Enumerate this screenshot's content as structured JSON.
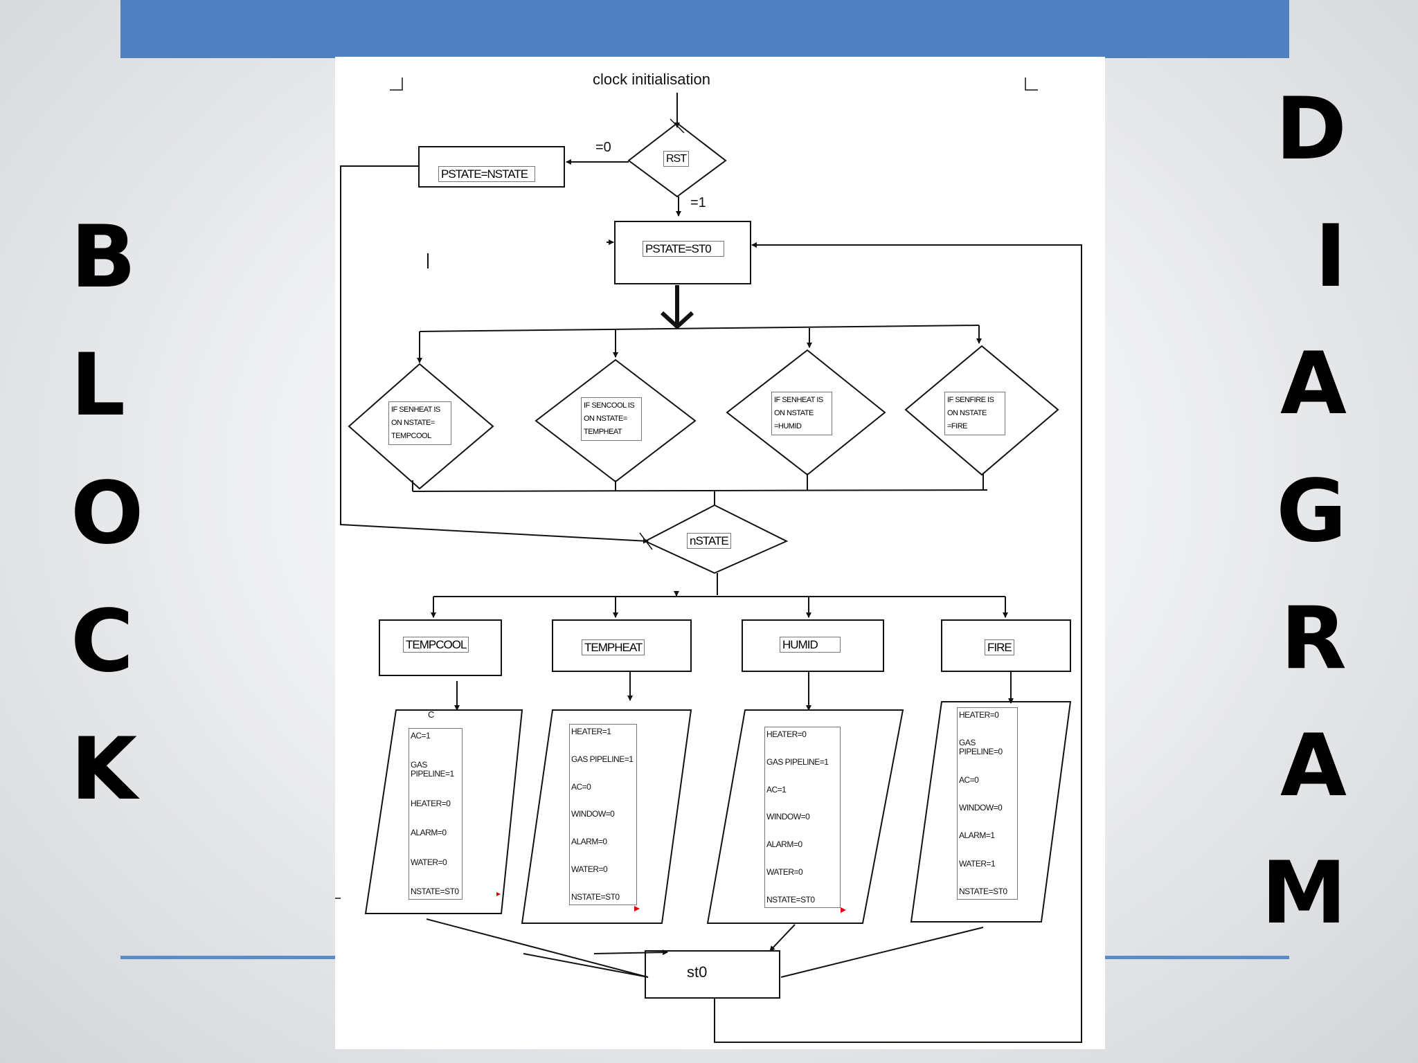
{
  "slide": {
    "title_left": [
      "B",
      "L",
      "O",
      "C",
      "K"
    ],
    "title_right": [
      "D",
      "I",
      "A",
      "G",
      "R",
      "A",
      "M"
    ]
  },
  "diagram": {
    "start": "clock initialisation",
    "rst": "RST",
    "rst_zero": "=0",
    "rst_one": "=1",
    "pstate_nstate": "PSTATE=NSTATE",
    "pstate_st0": "PSTATE=ST0",
    "conditions": [
      "IF SENHEAT IS ON NSTATE= TEMPCOOL",
      "IF SENCOOL IS ON NSTATE= TEMPHEAT",
      "IF SENHEAT IS ON NSTATE =HUMID",
      "IF SENFIRE IS ON NSTATE =FIRE"
    ],
    "nstate": "nSTATE",
    "states": [
      "TEMPCOOL",
      "TEMPHEAT",
      "HUMID",
      "FIRE"
    ],
    "outputs": [
      {
        "marker": "C",
        "lines": [
          "AC=1",
          "GAS PIPELINE=1",
          "HEATER=0",
          "ALARM=0",
          "WATER=0",
          "NSTATE=ST0"
        ]
      },
      {
        "marker": "",
        "lines": [
          "HEATER=1",
          "GAS PIPELINE=1",
          "AC=0",
          "WINDOW=0",
          "ALARM=0",
          "WATER=0",
          "NSTATE=ST0"
        ]
      },
      {
        "marker": "",
        "lines": [
          "HEATER=0",
          "GAS PIPELINE=1",
          "AC=1",
          "WINDOW=0",
          "ALARM=0",
          "WATER=0",
          "NSTATE=ST0"
        ]
      },
      {
        "marker": "",
        "lines": [
          "HEATER=0",
          "GAS PIPELINE=0",
          "AC=0",
          "WINDOW=0",
          "ALARM=1",
          "WATER=1",
          "NSTATE=ST0"
        ]
      }
    ],
    "end": "st0"
  }
}
